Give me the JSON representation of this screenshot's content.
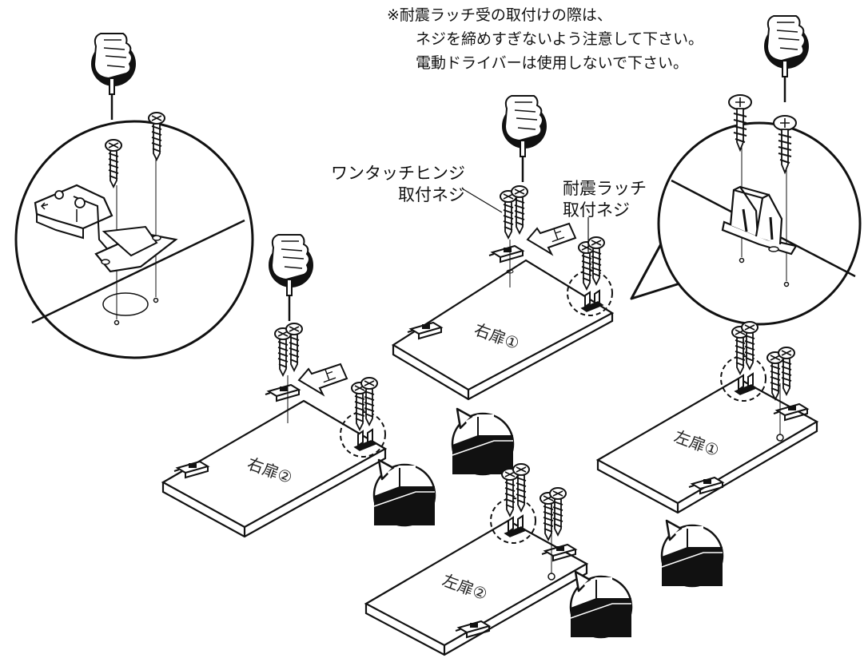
{
  "note": {
    "line1": "※耐震ラッチ受の取付けの際は、",
    "line2": "ネジを締めすぎないよう注意して下さい。",
    "line3": "電動ドライバーは使用しないで下さい。"
  },
  "labels": {
    "hinge_screw_line1": "ワンタッチヒンジ",
    "hinge_screw_line2": "取付ネジ",
    "latch_screw_line1": "耐震ラッチ",
    "latch_screw_line2": "取付ネジ"
  },
  "up_arrow": "上",
  "boards": {
    "right1": "右扉①",
    "right2": "右扉②",
    "left1": "左扉①",
    "left2": "左扉②"
  },
  "icons": {
    "hand": "hand-screwdriver-icon",
    "screw": "screw-icon",
    "hinge": "hinge-icon",
    "latch": "latch-icon"
  },
  "colors": {
    "ink": "#111111",
    "paper": "#ffffff"
  }
}
